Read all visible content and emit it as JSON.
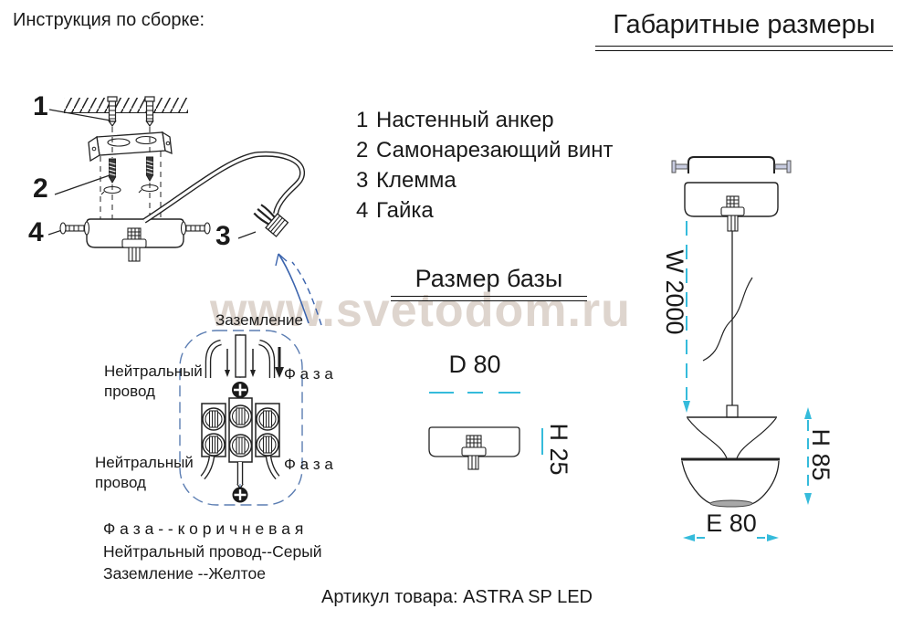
{
  "header": {
    "left_title": "Инструкция по сборке:",
    "right_title": "Габаритные размеры"
  },
  "watermark": "www.svetodom.ru",
  "parts": {
    "items": [
      {
        "num": "1",
        "label": "Настенный анкер"
      },
      {
        "num": "2",
        "label": "Самонарезающий винт"
      },
      {
        "num": "3",
        "label": "Клемма"
      },
      {
        "num": "4",
        "label": "Гайка"
      }
    ]
  },
  "assembly": {
    "callout_1": "1",
    "callout_2": "2",
    "callout_3": "3",
    "callout_4": "4"
  },
  "base": {
    "heading": "Размер базы",
    "diameter": "D 80",
    "height": "H 25"
  },
  "pendant": {
    "wire_length": "W 2000",
    "shade_height": "H 85",
    "shade_width": "E 80"
  },
  "wiring": {
    "ground": "Заземление",
    "neutral_top": "Нейтральный провод",
    "phase_top": "Ф а з а",
    "neutral_bottom": "Нейтральный провод",
    "phase_bottom": "Ф а з а"
  },
  "color_key": {
    "line1": "Ф а з а - - к о р и ч н е в а я",
    "line2": "Нейтральный провод--Серый",
    "line3": "Заземление --Желтое"
  },
  "footer": "Артикул товара: ASTRA SP LED",
  "colors": {
    "dimension_cyan": "#35bbdb",
    "wiring_blue": "#5b7db2",
    "line_dark": "#222222",
    "watermark": "#d9cec6"
  }
}
